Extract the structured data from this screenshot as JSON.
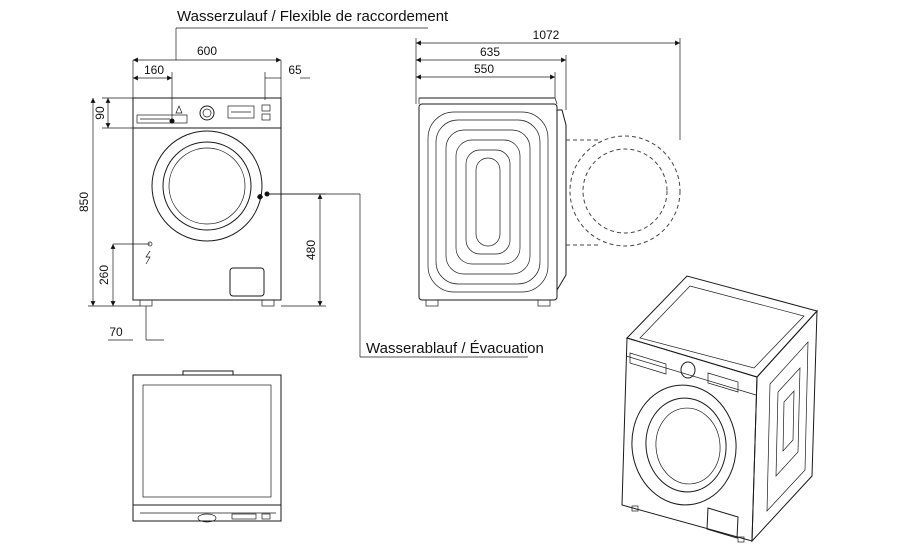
{
  "labels": {
    "water_inlet": "Wasserzulauf / Flexible de raccordement",
    "water_drain": "Wasserablauf / Évacuation"
  },
  "dimensions": {
    "front_width": "600",
    "inlet_offset": "160",
    "right_offset": "65",
    "panel_height": "90",
    "total_height": "850",
    "inlet_height": "260",
    "drain_height": "480",
    "foot_offset": "70",
    "depth_door_open": "1072",
    "depth_total": "635",
    "depth_body": "550"
  }
}
